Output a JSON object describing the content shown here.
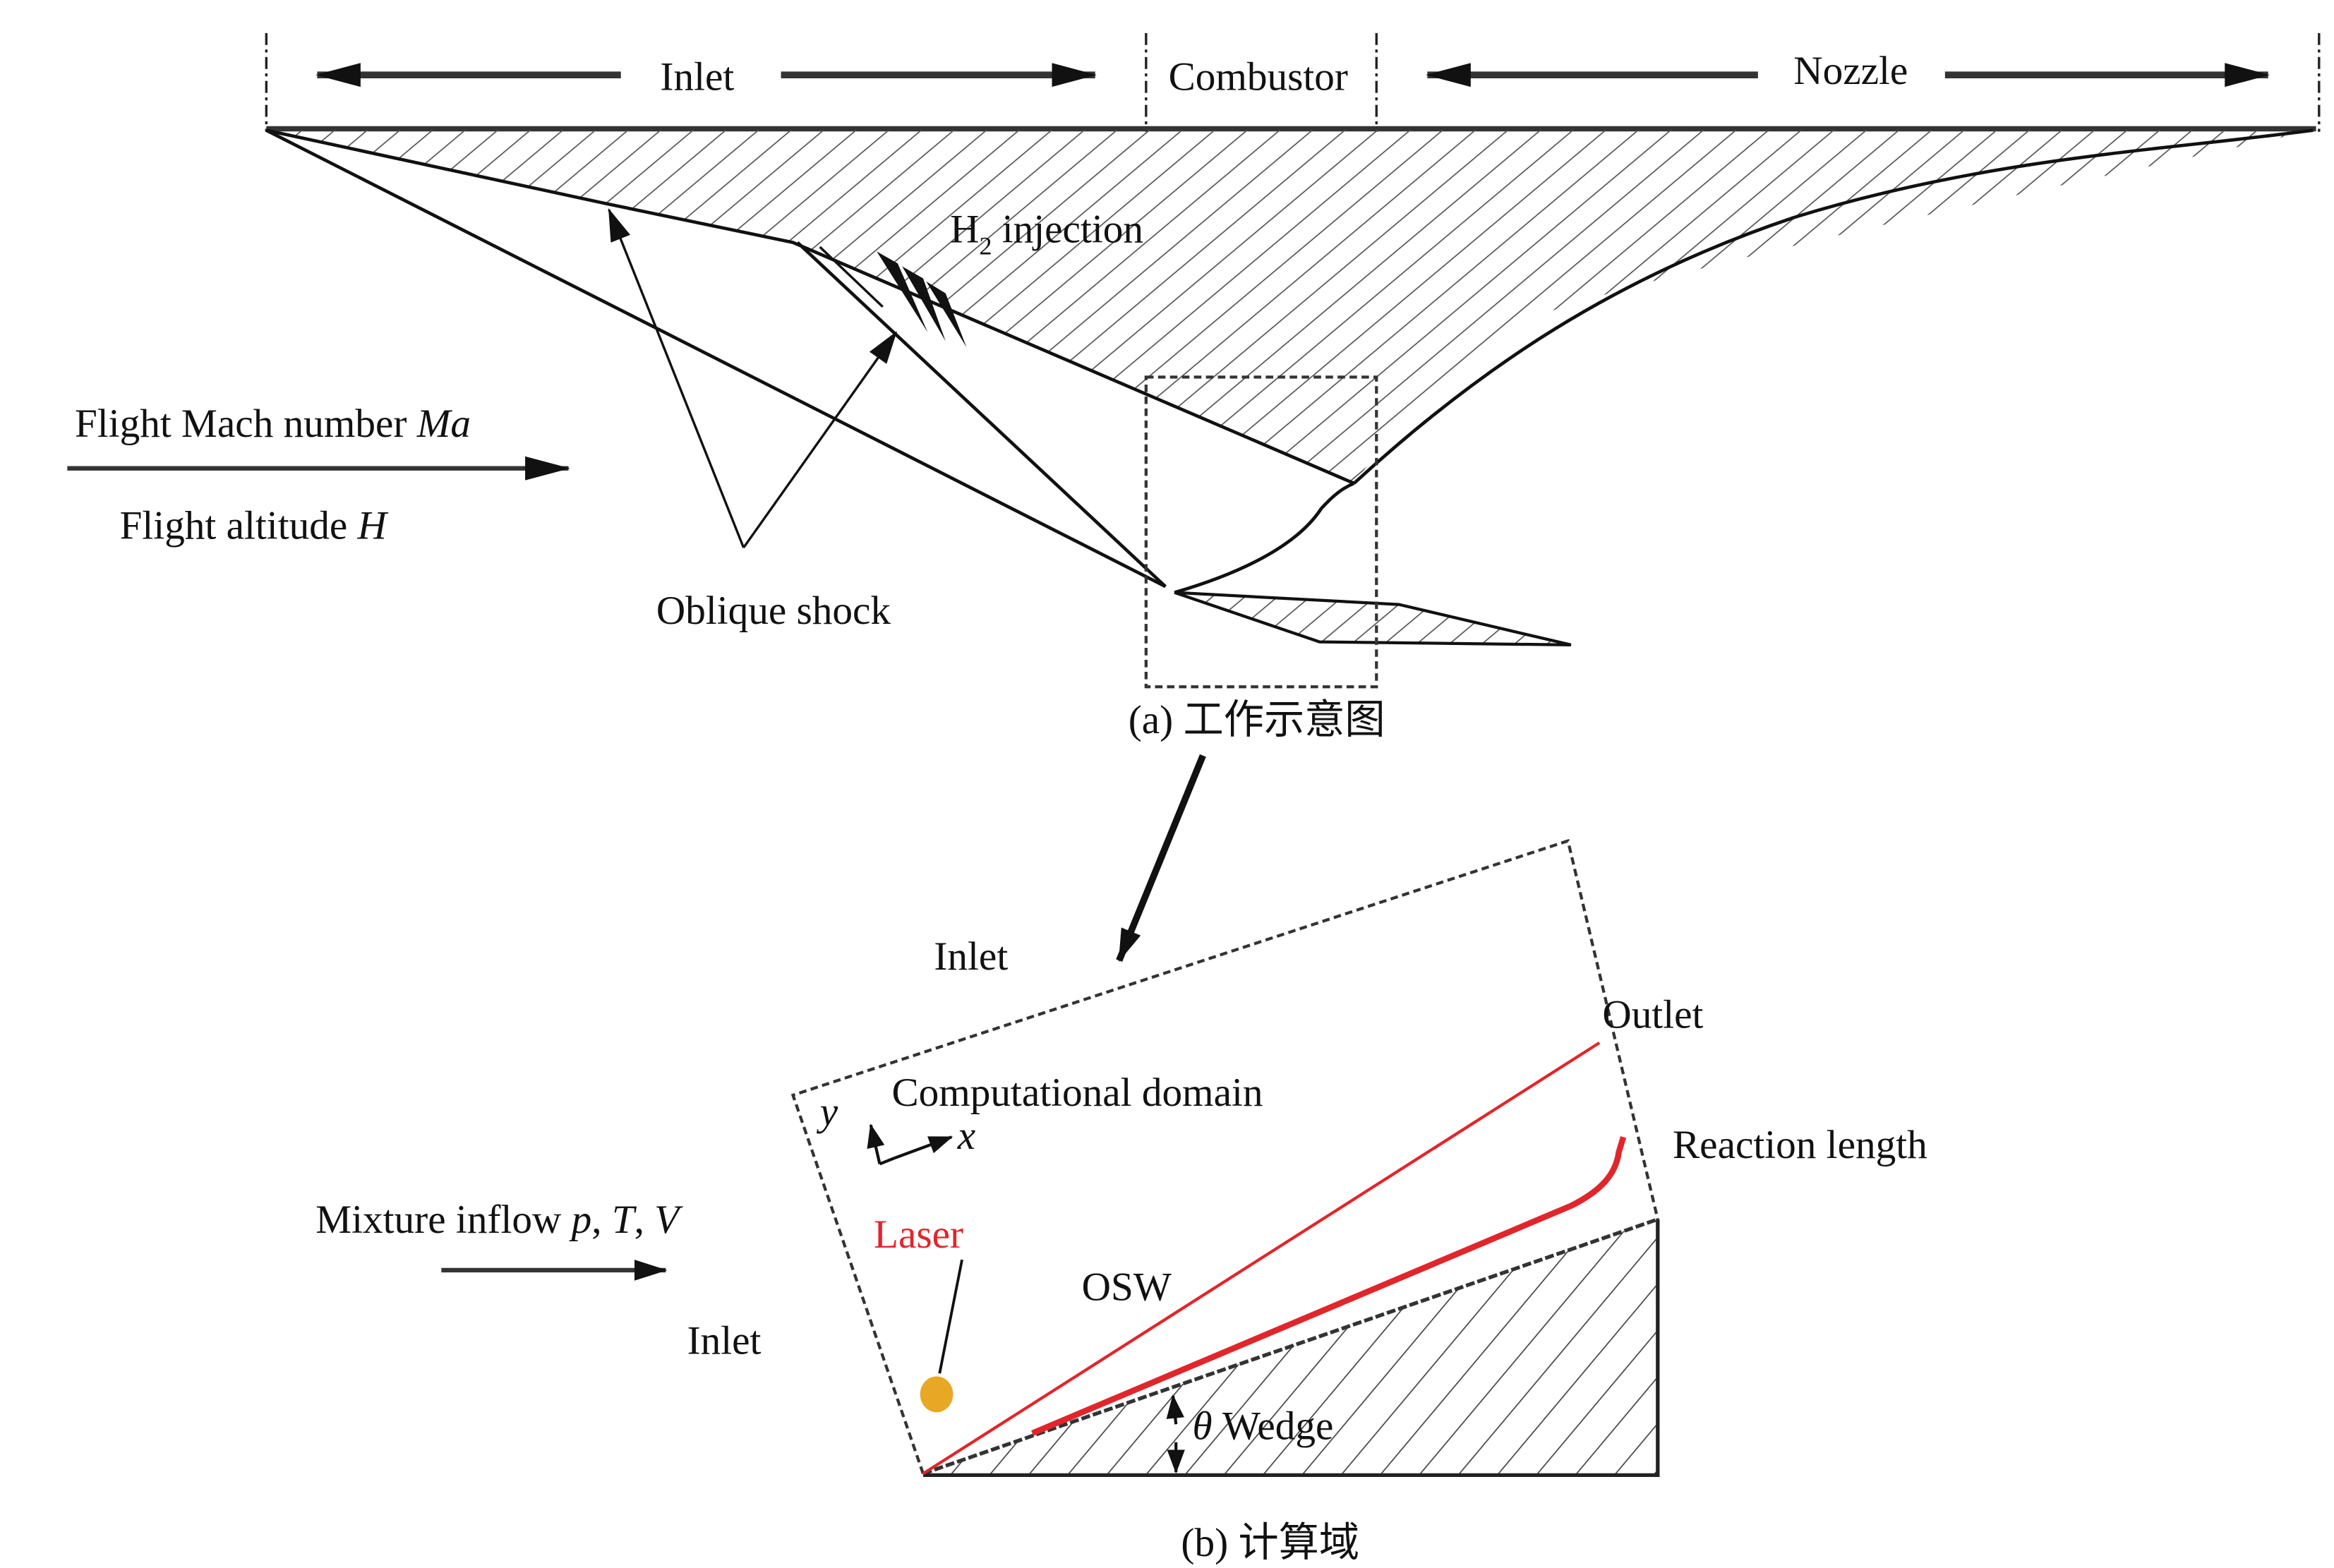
{
  "panel_a": {
    "sections": {
      "inlet": "Inlet",
      "combustor": "Combustor",
      "nozzle": "Nozzle"
    },
    "h2_injection": {
      "main": "H",
      "sub": "2",
      "rest": " injection"
    },
    "flight_mach": {
      "text": "Flight Mach number ",
      "var": "Ma"
    },
    "flight_altitude": {
      "text": "Flight altitude ",
      "var": "H"
    },
    "oblique_shock": "Oblique shock",
    "caption": "(a) 工作示意图"
  },
  "panel_b": {
    "inlet_top": "Inlet",
    "inlet_left": "Inlet",
    "outlet": "Outlet",
    "computational_domain": "Computational domain",
    "axis_x": "x",
    "axis_y": "y",
    "mixture_inflow": {
      "text": "Mixture inflow ",
      "p": "p",
      "sep1": ", ",
      "T": "T",
      "sep2": ", ",
      "V": "V"
    },
    "laser": "Laser",
    "osw": "OSW",
    "reaction_length": "Reaction length",
    "theta": "θ",
    "wedge": " Wedge",
    "caption": "(b) 计算域"
  },
  "colors": {
    "shock_red": "#e1262b",
    "laser_dot": "#e8a825",
    "line": "#111111"
  }
}
